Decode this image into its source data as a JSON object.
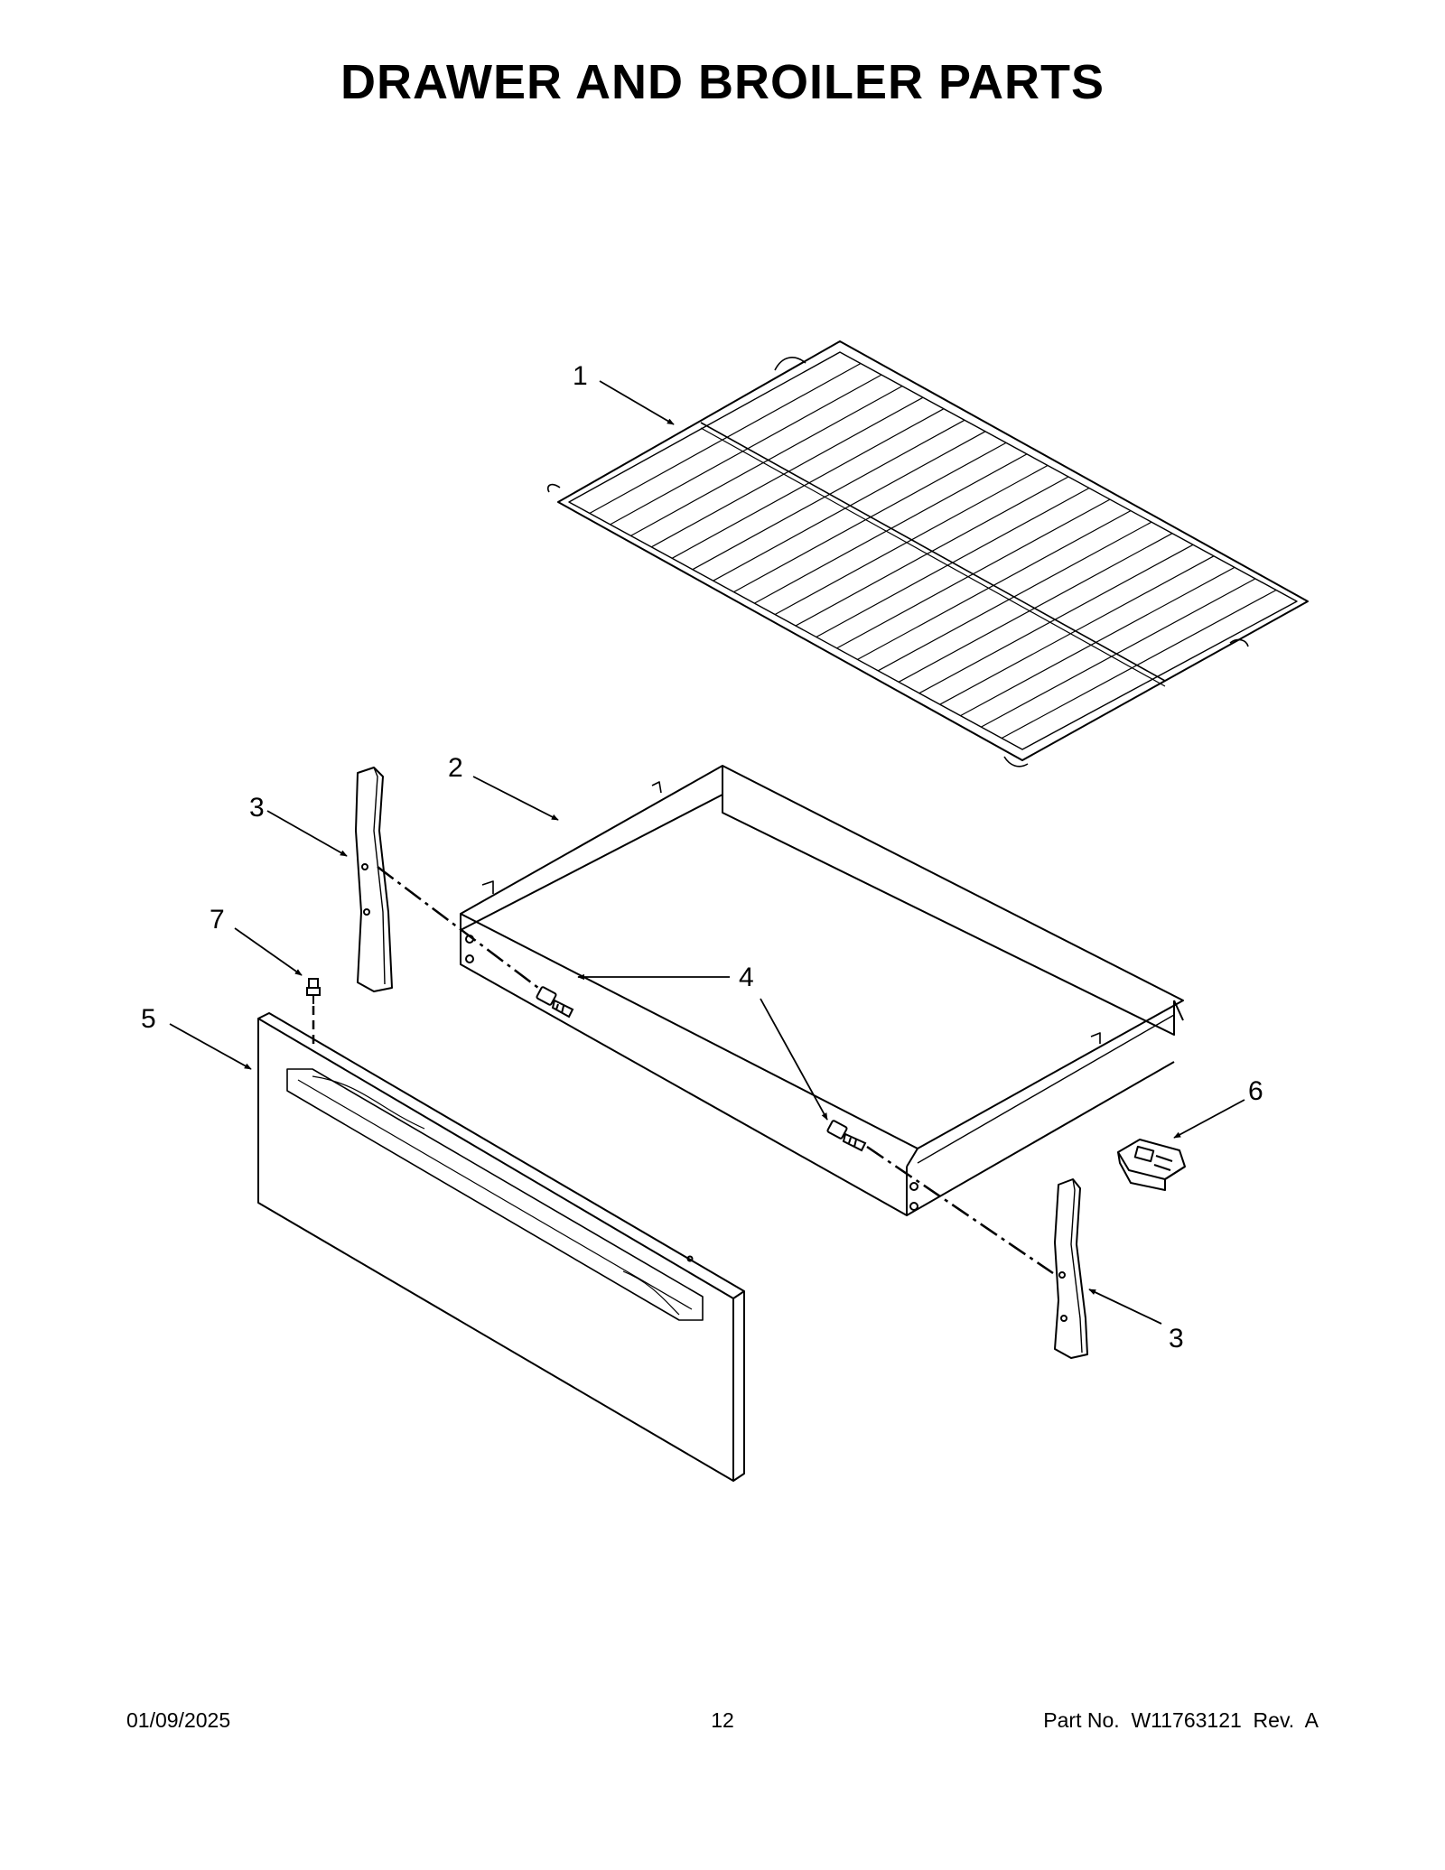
{
  "page": {
    "title": "DRAWER AND BROILER PARTS"
  },
  "callouts": [
    {
      "id": "1-rack",
      "label": "1"
    },
    {
      "id": "2-drawer-pan",
      "label": "2"
    },
    {
      "id": "3-left-bracket",
      "label": "3"
    },
    {
      "id": "3-right-bracket",
      "label": "3"
    },
    {
      "id": "4",
      "label": "4"
    },
    {
      "id": "5-drawer-front",
      "label": "5"
    },
    {
      "id": "6-clip",
      "label": "6"
    },
    {
      "id": "7-stud",
      "label": "7"
    }
  ],
  "footer": {
    "date": "01/09/2025",
    "page_number": "12",
    "part_number": "Part No.  W11763121  Rev.  A"
  },
  "colors": {
    "line": "#000000",
    "background": "#ffffff"
  }
}
